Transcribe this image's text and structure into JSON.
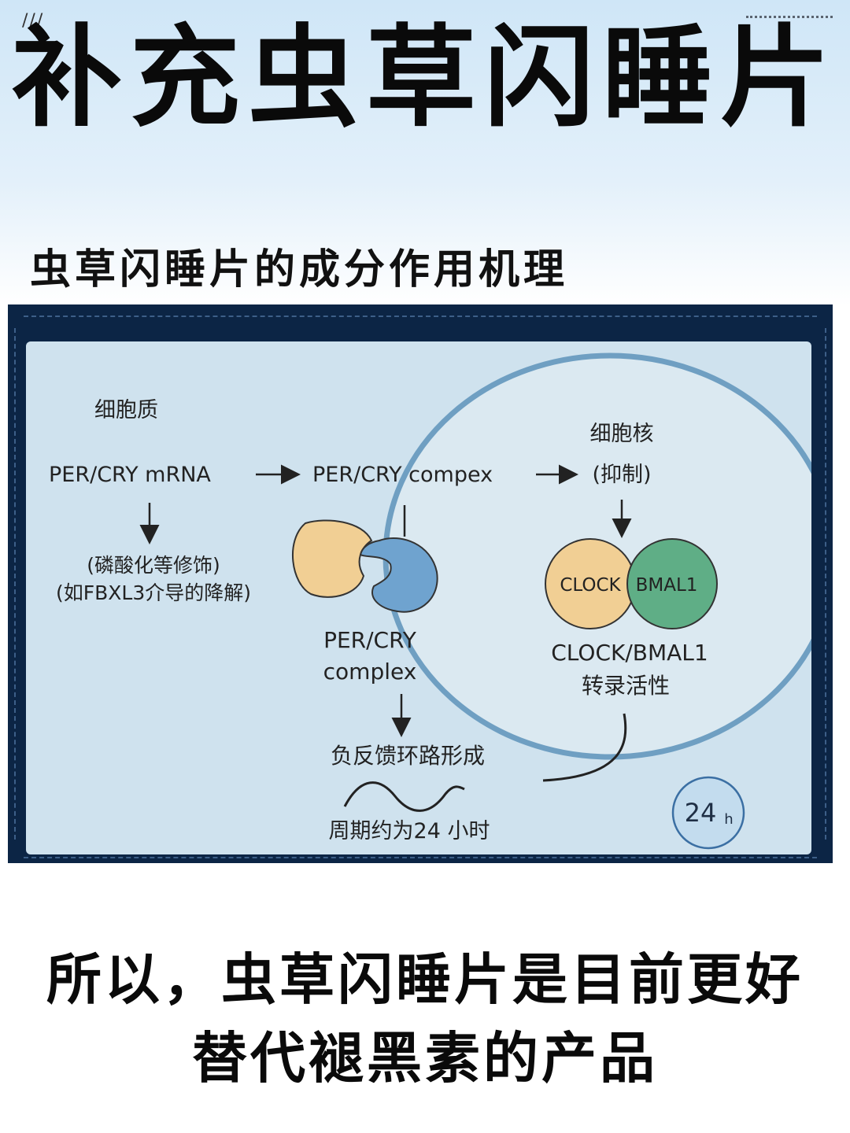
{
  "header": {
    "title": "补充虫草闪睡片",
    "deco_mark": "///"
  },
  "section": {
    "heading": "虫草闪睡片的成分作用机理"
  },
  "diagram": {
    "cytoplasm_label": "细胞质",
    "mrna_label": "PER/CRY mRNA",
    "compex_label": "PER/CRY compex",
    "nucleus_label": "细胞核",
    "inhibit_label": "(抑制)",
    "modification_line1": "(磷酸化等修饰)",
    "modification_line2": "(如FBXL3介导的降解)",
    "complex_line1": "PER/CRY",
    "complex_line2": "complex",
    "clock_label": "CLOCK",
    "bmal1_label": "BMAL1",
    "clock_bmal1_line1": "CLOCK/BMAL1",
    "clock_bmal1_line2": "转录活性",
    "feedback_label": "负反馈环路形成",
    "period_label": "周期约为24 小时",
    "badge_number": "24",
    "badge_unit": "h",
    "colors": {
      "panel": "#cfe2ee",
      "nucleus_fill": "#dbe9f1",
      "nucleus_ring": "#6f9fc2",
      "per_shape": "#f1cf94",
      "cry_shape": "#6fa3cf",
      "clock_circle": "#f1cf94",
      "bmal1_circle": "#5fae86",
      "badge_fill": "#c3dcee",
      "badge_ring": "#3b6fa3"
    }
  },
  "footer": {
    "line1": "所以，虫草闪睡片是目前更好",
    "line2": "替代褪黑素的产品"
  }
}
